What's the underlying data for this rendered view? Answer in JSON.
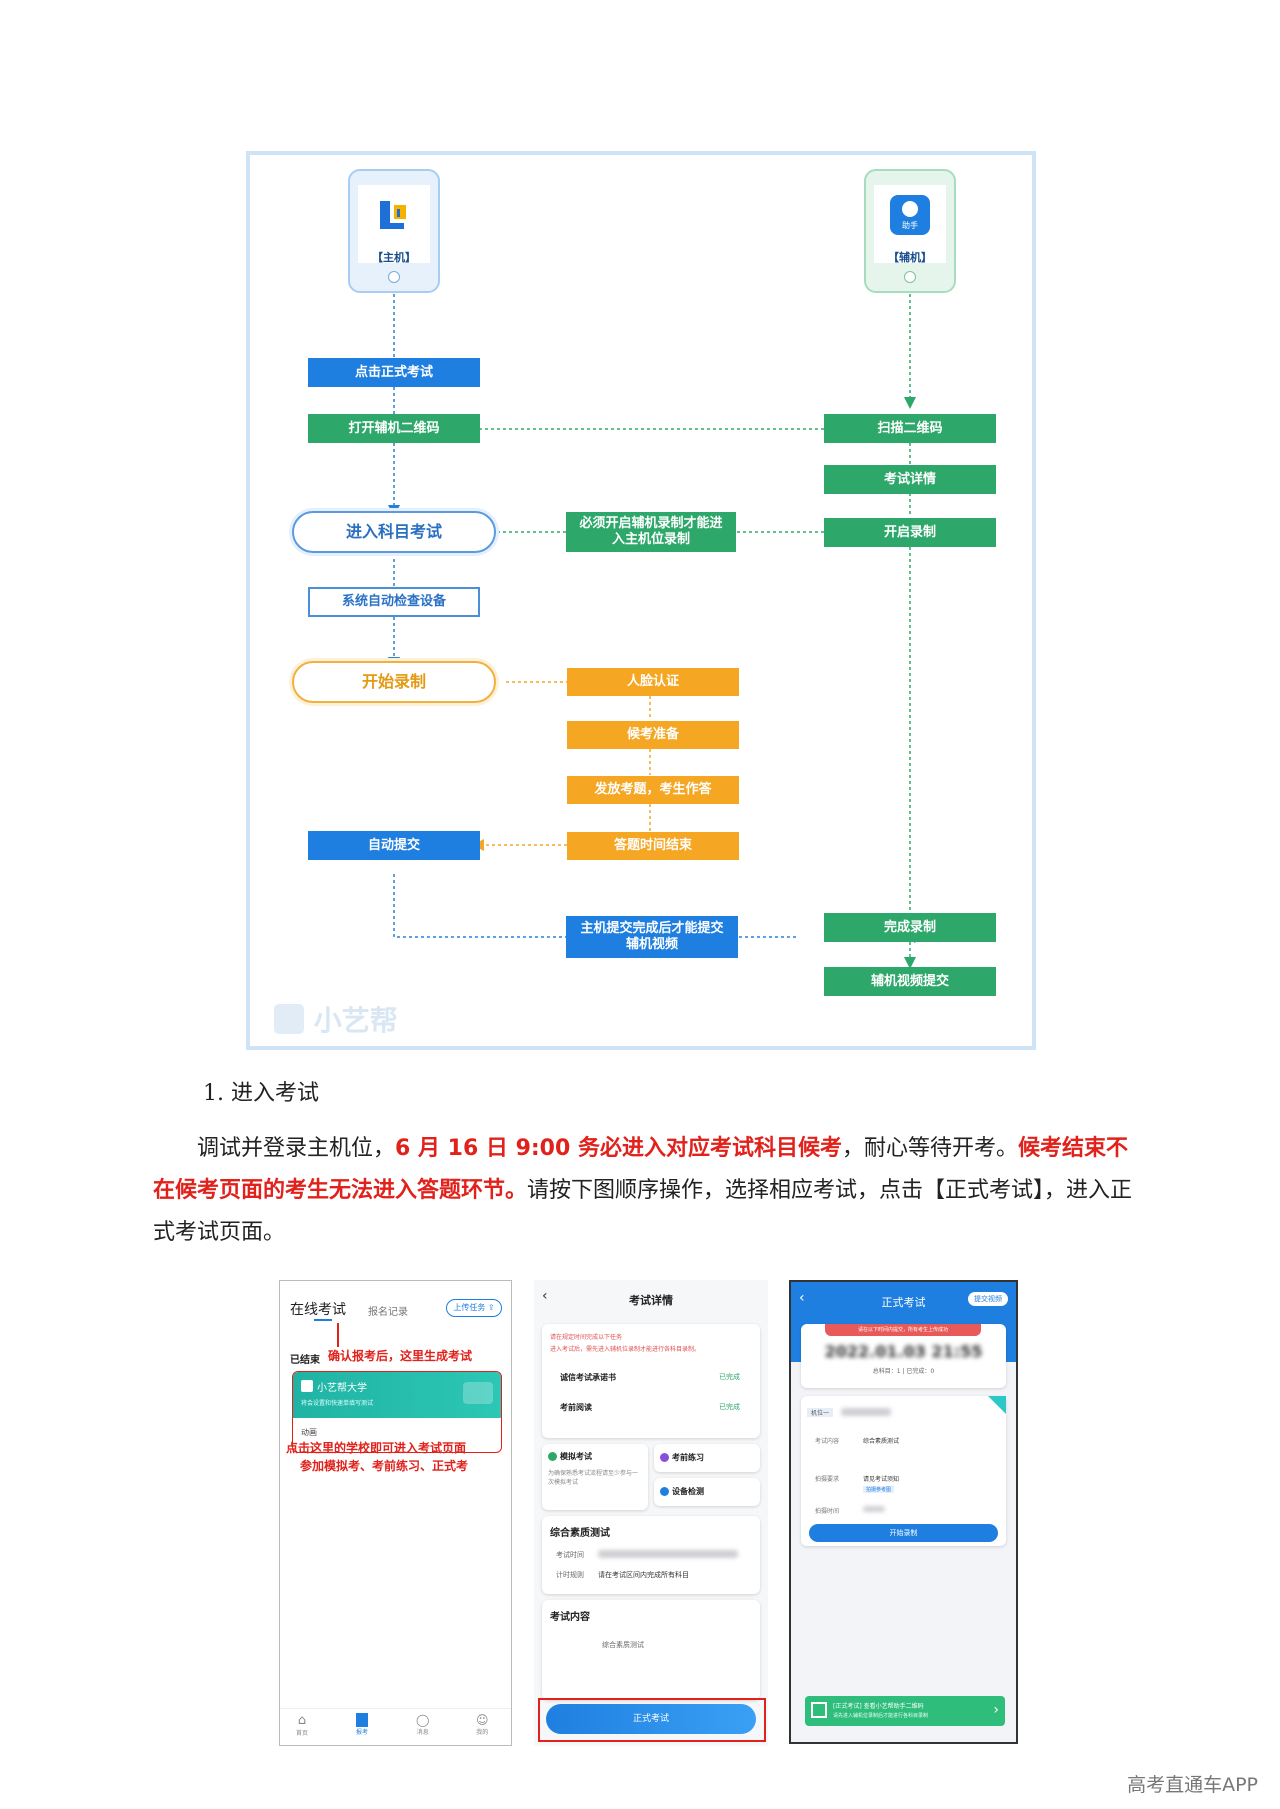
{
  "flowchart": {
    "host_label": "【主机】",
    "aux_label": "【辅机】",
    "aux_icon_text": "助手",
    "watermark": "小艺帮",
    "steps": {
      "click_exam": "点击正式考试",
      "open_qr": "打开辅机二维码",
      "scan_qr": "扫描二维码",
      "exam_detail": "考试详情",
      "enter_subject": "进入科目考试",
      "must_record": "必须开启辅机录制才能进入主机位录制",
      "start_rec_aux": "开启录制",
      "auto_check": "系统自动检查设备",
      "start_rec": "开始录制",
      "face": "人脸认证",
      "wait": "候考准备",
      "answer": "发放考题，考生作答",
      "time_end": "答题时间结束",
      "auto_submit": "自动提交",
      "submit_note": "主机提交完成后才能提交辅机视频",
      "finish_rec": "完成录制",
      "aux_submit": "辅机视频提交"
    }
  },
  "heading": "1. 进入考试",
  "paragraph": {
    "p1": "调试并登录主机位，",
    "p1_red": "6 月 16 日 9:00 务必进入对应考试科目候考",
    "p2": "，耐心等待开考。",
    "p3_red": "候考结束不在候考页面的考生无法进入答题环节。",
    "p4": "请按下图顺序操作，选择相应考试，点击【正式考试】，进入正式考试页面。"
  },
  "shot1": {
    "tab_online": "在线考试",
    "tab_records": "报名记录",
    "upload_btn": "上传任务",
    "ended": "已结束",
    "annot_top": "确认报考后，这里生成考试",
    "school": "小艺帮大学",
    "school_sub": "将会设置和快速单填写测试",
    "anim": "动画",
    "annot_mid1": "点击这里的学校即可进入考试页面",
    "annot_mid2": "参加模拟考、考前练习、正式考",
    "nav": [
      "首页",
      "报考",
      "消息",
      "我的"
    ]
  },
  "shot2": {
    "title": "考试详情",
    "notice1": "请在规定时间完成以下任务",
    "notice2": "进入考试后，需先进入辅机位录制才能进行各科目录制。",
    "task1": "诚信考试承诺书",
    "task2": "考前阅读",
    "done": "已完成",
    "mock": "模拟考试",
    "mock_desc": "为确保熟悉考试流程请至少参与一次模拟考试",
    "practice": "考前练习",
    "device": "设备检测",
    "section_title": "综合素质测试",
    "exam_time_label": "考试时间",
    "rule_label": "计时规则",
    "rule_value": "请在考试区间内完成所有科目",
    "content_title": "考试内容",
    "content_item": "综合素质测试",
    "button": "正式考试"
  },
  "shot3": {
    "title": "正式考试",
    "top_btn": "提交视频",
    "warning": "请在以下时间内提交，所有考生上传成功",
    "date": "2022.01.03 21:55",
    "count": "总科目：1 | 已完成：0",
    "seat": "机位一",
    "content_label": "考试内容",
    "content_value": "综合素质测试",
    "req_label": "拍摄要求",
    "req_value": "请见考试须知",
    "ref_btn": "拍摄参考图",
    "time_label": "拍摄时间",
    "start_btn": "开始录制",
    "qr_text1": "[正式考试] 查看小艺帮助手二维码",
    "qr_text2": "请先进入辅机位录制后才能进行各科目录制"
  },
  "footer": "高考直通车APP"
}
